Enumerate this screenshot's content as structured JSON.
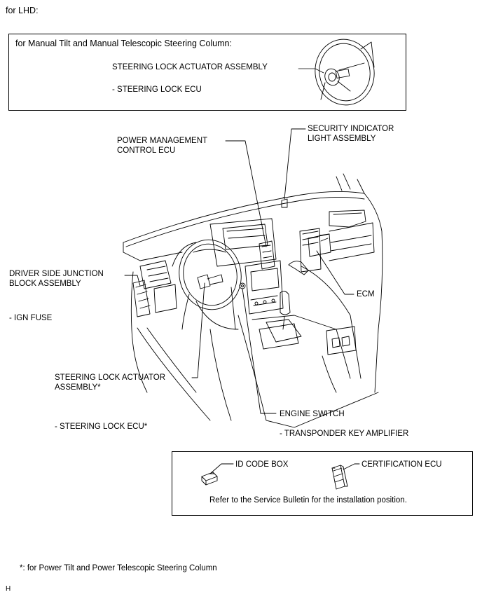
{
  "header": {
    "title": "for LHD:"
  },
  "top_box": {
    "heading": "for Manual Tilt and Manual Telescopic Steering Column:",
    "actuator": "STEERING LOCK ACTUATOR ASSEMBLY",
    "ecu": "- STEERING LOCK ECU"
  },
  "labels": {
    "power_mgmt_line1": "POWER MANAGEMENT",
    "power_mgmt_line2": "CONTROL ECU",
    "security_line1": "SECURITY INDICATOR",
    "security_line2": "LIGHT ASSEMBLY",
    "driver_jb_line1": "DRIVER SIDE JUNCTION",
    "driver_jb_line2": "BLOCK ASSEMBLY",
    "ign_fuse": "- IGN FUSE",
    "ecm": "ECM",
    "sl_actuator_line1": "STEERING LOCK ACTUATOR",
    "sl_actuator_line2": "ASSEMBLY*",
    "sl_ecu": "- STEERING LOCK ECU*",
    "engine_switch": "ENGINE SWITCH",
    "transponder": "- TRANSPONDER KEY AMPLIFIER"
  },
  "bottom_box": {
    "id_code_box": "ID CODE BOX",
    "certification_ecu": "CERTIFICATION ECU",
    "note": "Refer to the Service Bulletin for the installation position."
  },
  "footnote": "*: for Power Tilt and Power Telescopic Steering Column",
  "corner_mark": "H"
}
